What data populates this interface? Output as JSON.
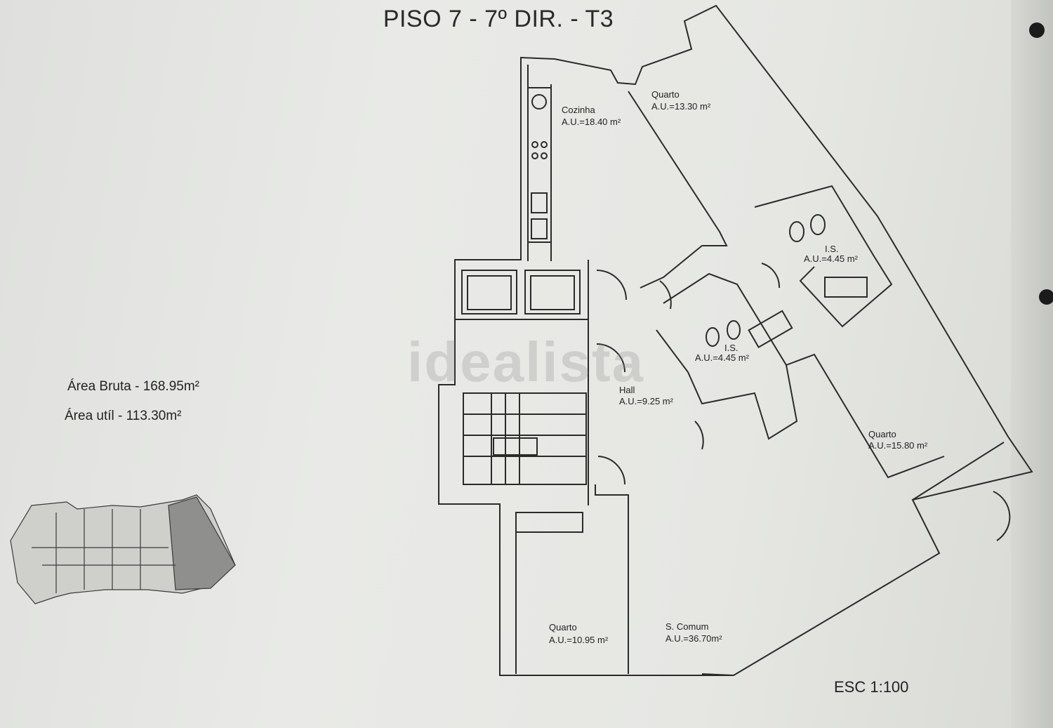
{
  "title": "PISO 7 - 7º DIR. - T3",
  "areas": {
    "bruta": "Área Bruta - 168.95m²",
    "util": "Área utíl - 113.30m²"
  },
  "rooms": [
    {
      "name": "Cozinha",
      "area": "A.U.=18.40 m²"
    },
    {
      "name": "Quarto",
      "area": "A.U.=13.30 m²"
    },
    {
      "name": "I.S.",
      "area": "A.U.=4.45 m²"
    },
    {
      "name": "I.S.",
      "area": "A.U.=4.45 m²"
    },
    {
      "name": "Hall",
      "area": "A.U.=9.25 m²"
    },
    {
      "name": "Quarto",
      "area": "A.U.=15.80 m²"
    },
    {
      "name": "Quarto",
      "area": "A.U.=10.95 m²"
    },
    {
      "name": "S. Comum",
      "area": "A.U.=36.70m²"
    }
  ],
  "scale": "ESC 1:100",
  "watermark": "idealista"
}
